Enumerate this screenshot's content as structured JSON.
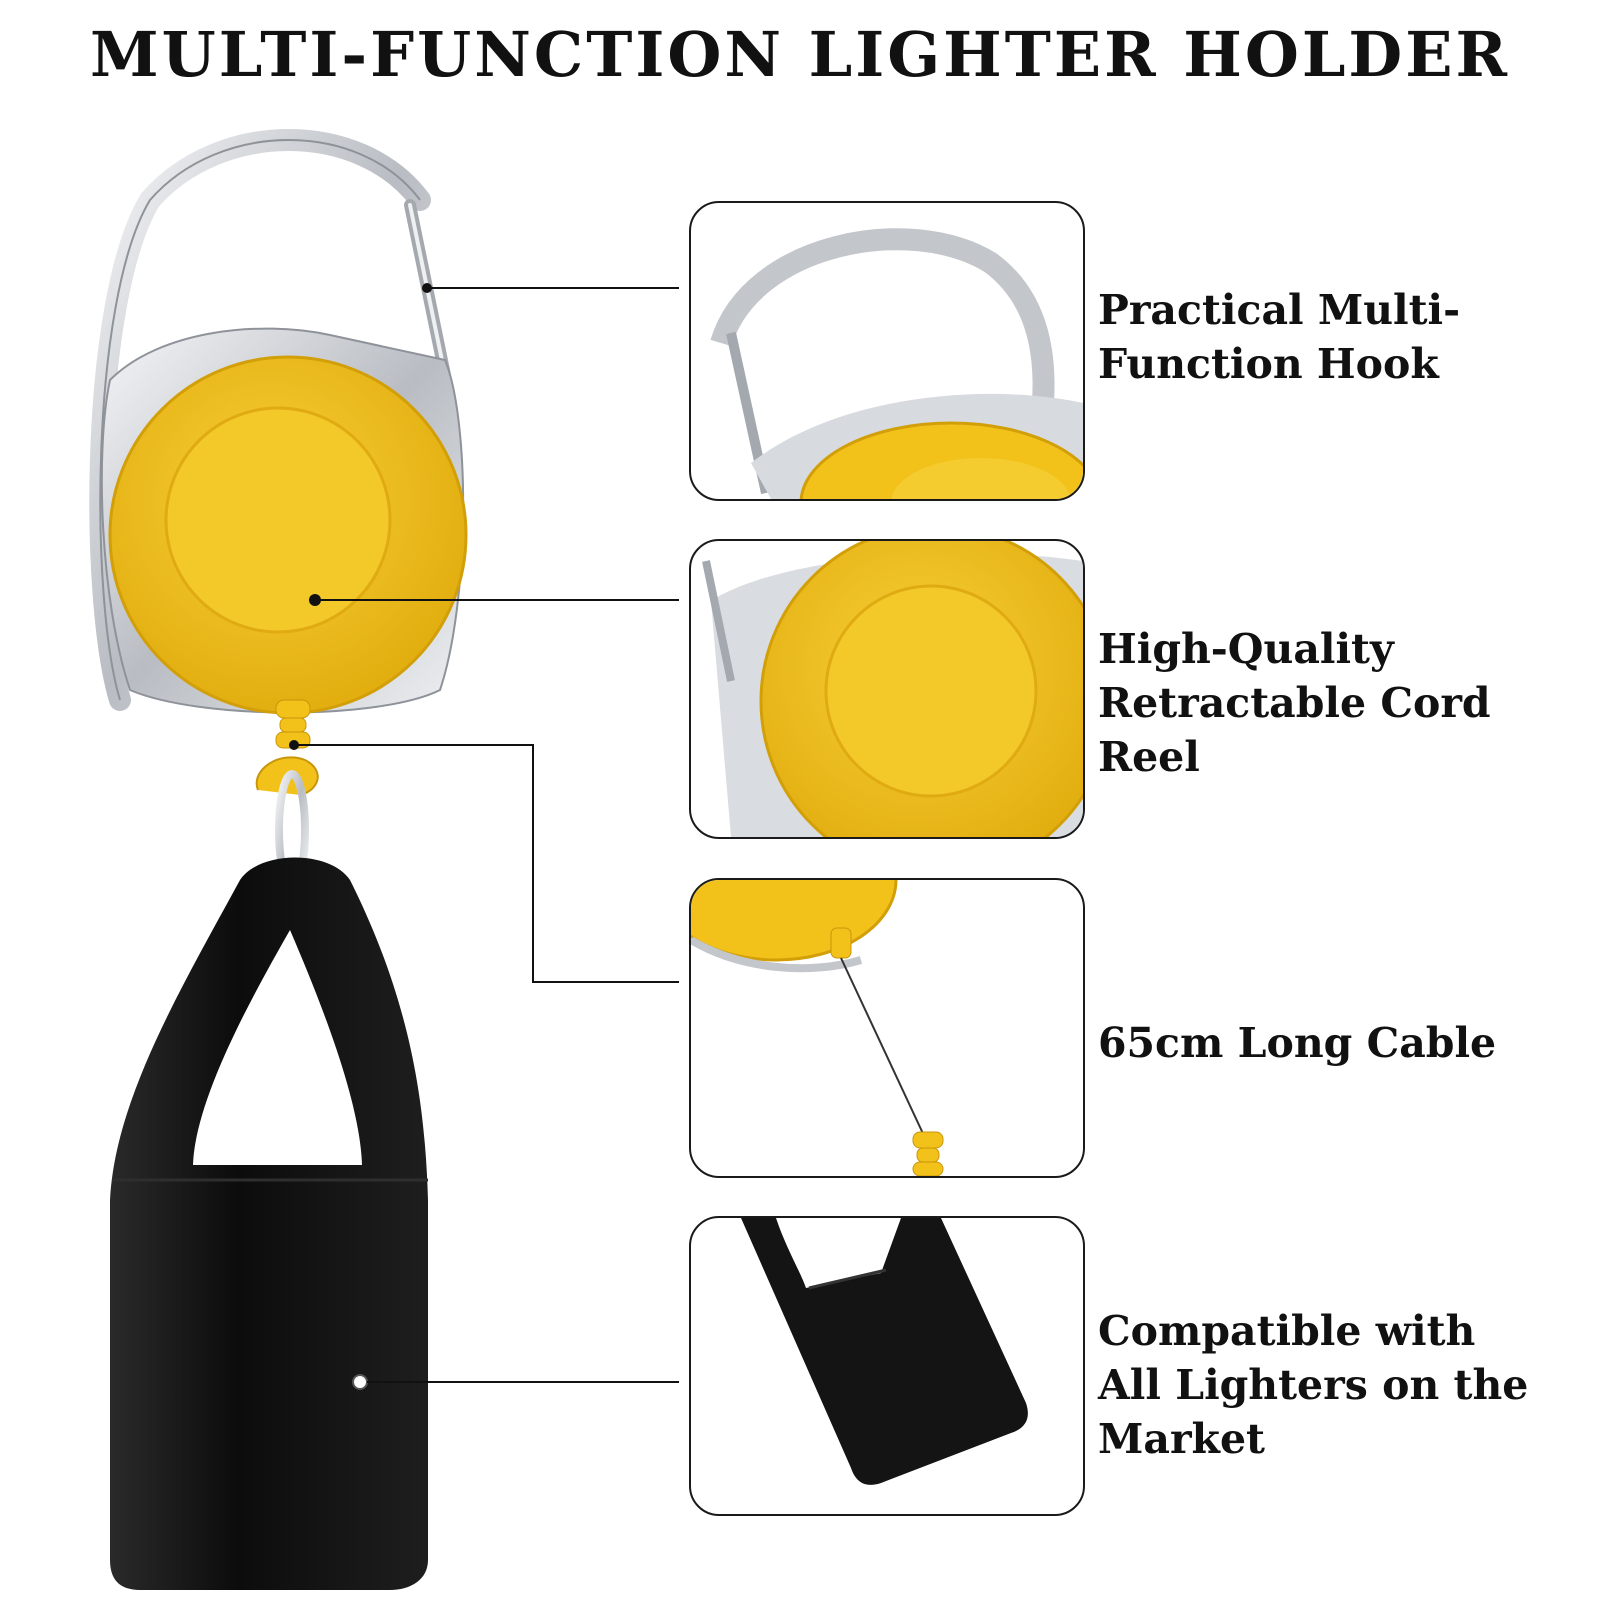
{
  "title": "MULTI-FUNCTION LIGHTER HOLDER",
  "features": [
    {
      "label": "Practical Multi-\nFunction Hook"
    },
    {
      "label": "High-Quality\nRetractable Cord\nReel"
    },
    {
      "label": "65cm Long Cable"
    },
    {
      "label": "Compatible with\nAll Lighters on the\nMarket"
    }
  ],
  "colors": {
    "reel_yellow": "#f2c21b",
    "holder_black": "#141414",
    "chrome": "#c9ccd1",
    "outline": "#1a1a1a"
  }
}
